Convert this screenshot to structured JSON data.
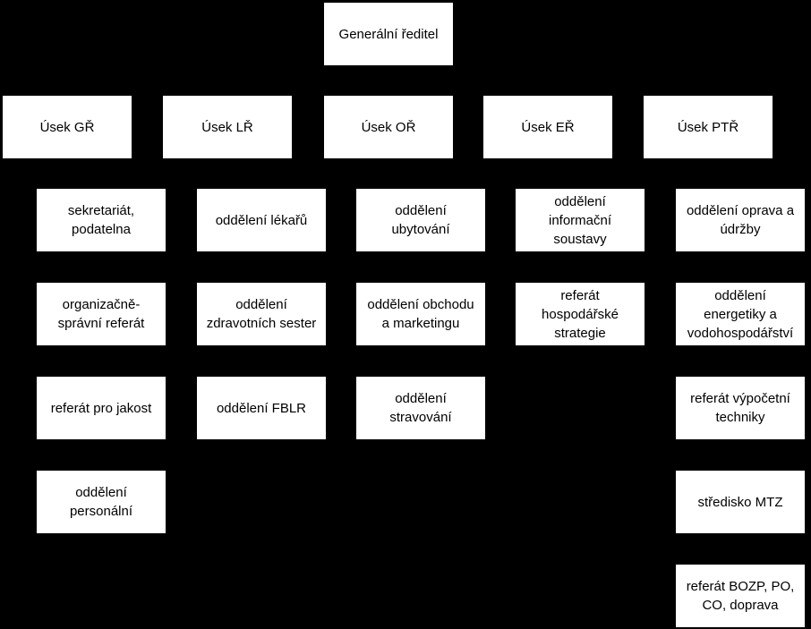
{
  "root": {
    "label": "Generální ředitel"
  },
  "divisions": [
    {
      "label": "Úsek GŘ",
      "departments": [
        {
          "label": "sekretariát,\npodatelna"
        },
        {
          "label": "organizačně-\nsprávní referát"
        },
        {
          "label": "referát pro jakost"
        },
        {
          "label": "oddělení\npersonální"
        }
      ]
    },
    {
      "label": "Úsek LŘ",
      "departments": [
        {
          "label": "oddělení lékařů"
        },
        {
          "label": "oddělení\nzdravotních sester"
        },
        {
          "label": "oddělení FBLR"
        }
      ]
    },
    {
      "label": "Úsek OŘ",
      "departments": [
        {
          "label": "oddělení\nubytování"
        },
        {
          "label": "oddělení obchodu\na marketingu"
        },
        {
          "label": "oddělení\nstravování"
        }
      ]
    },
    {
      "label": "Úsek EŘ",
      "departments": [
        {
          "label": "oddělení\ninformační\nsoustavy"
        },
        {
          "label": "referát\nhospodářské\nstrategie"
        }
      ]
    },
    {
      "label": "Úsek PTŘ",
      "departments": [
        {
          "label": "oddělení oprava a\núdržby"
        },
        {
          "label": "oddělení\nenergetiky a\nvodohospodářství"
        },
        {
          "label": "referát výpočetní\ntechniky"
        },
        {
          "label": "středisko MTZ"
        },
        {
          "label": "referát BOZP, PO,\nCO, doprava"
        }
      ]
    }
  ]
}
